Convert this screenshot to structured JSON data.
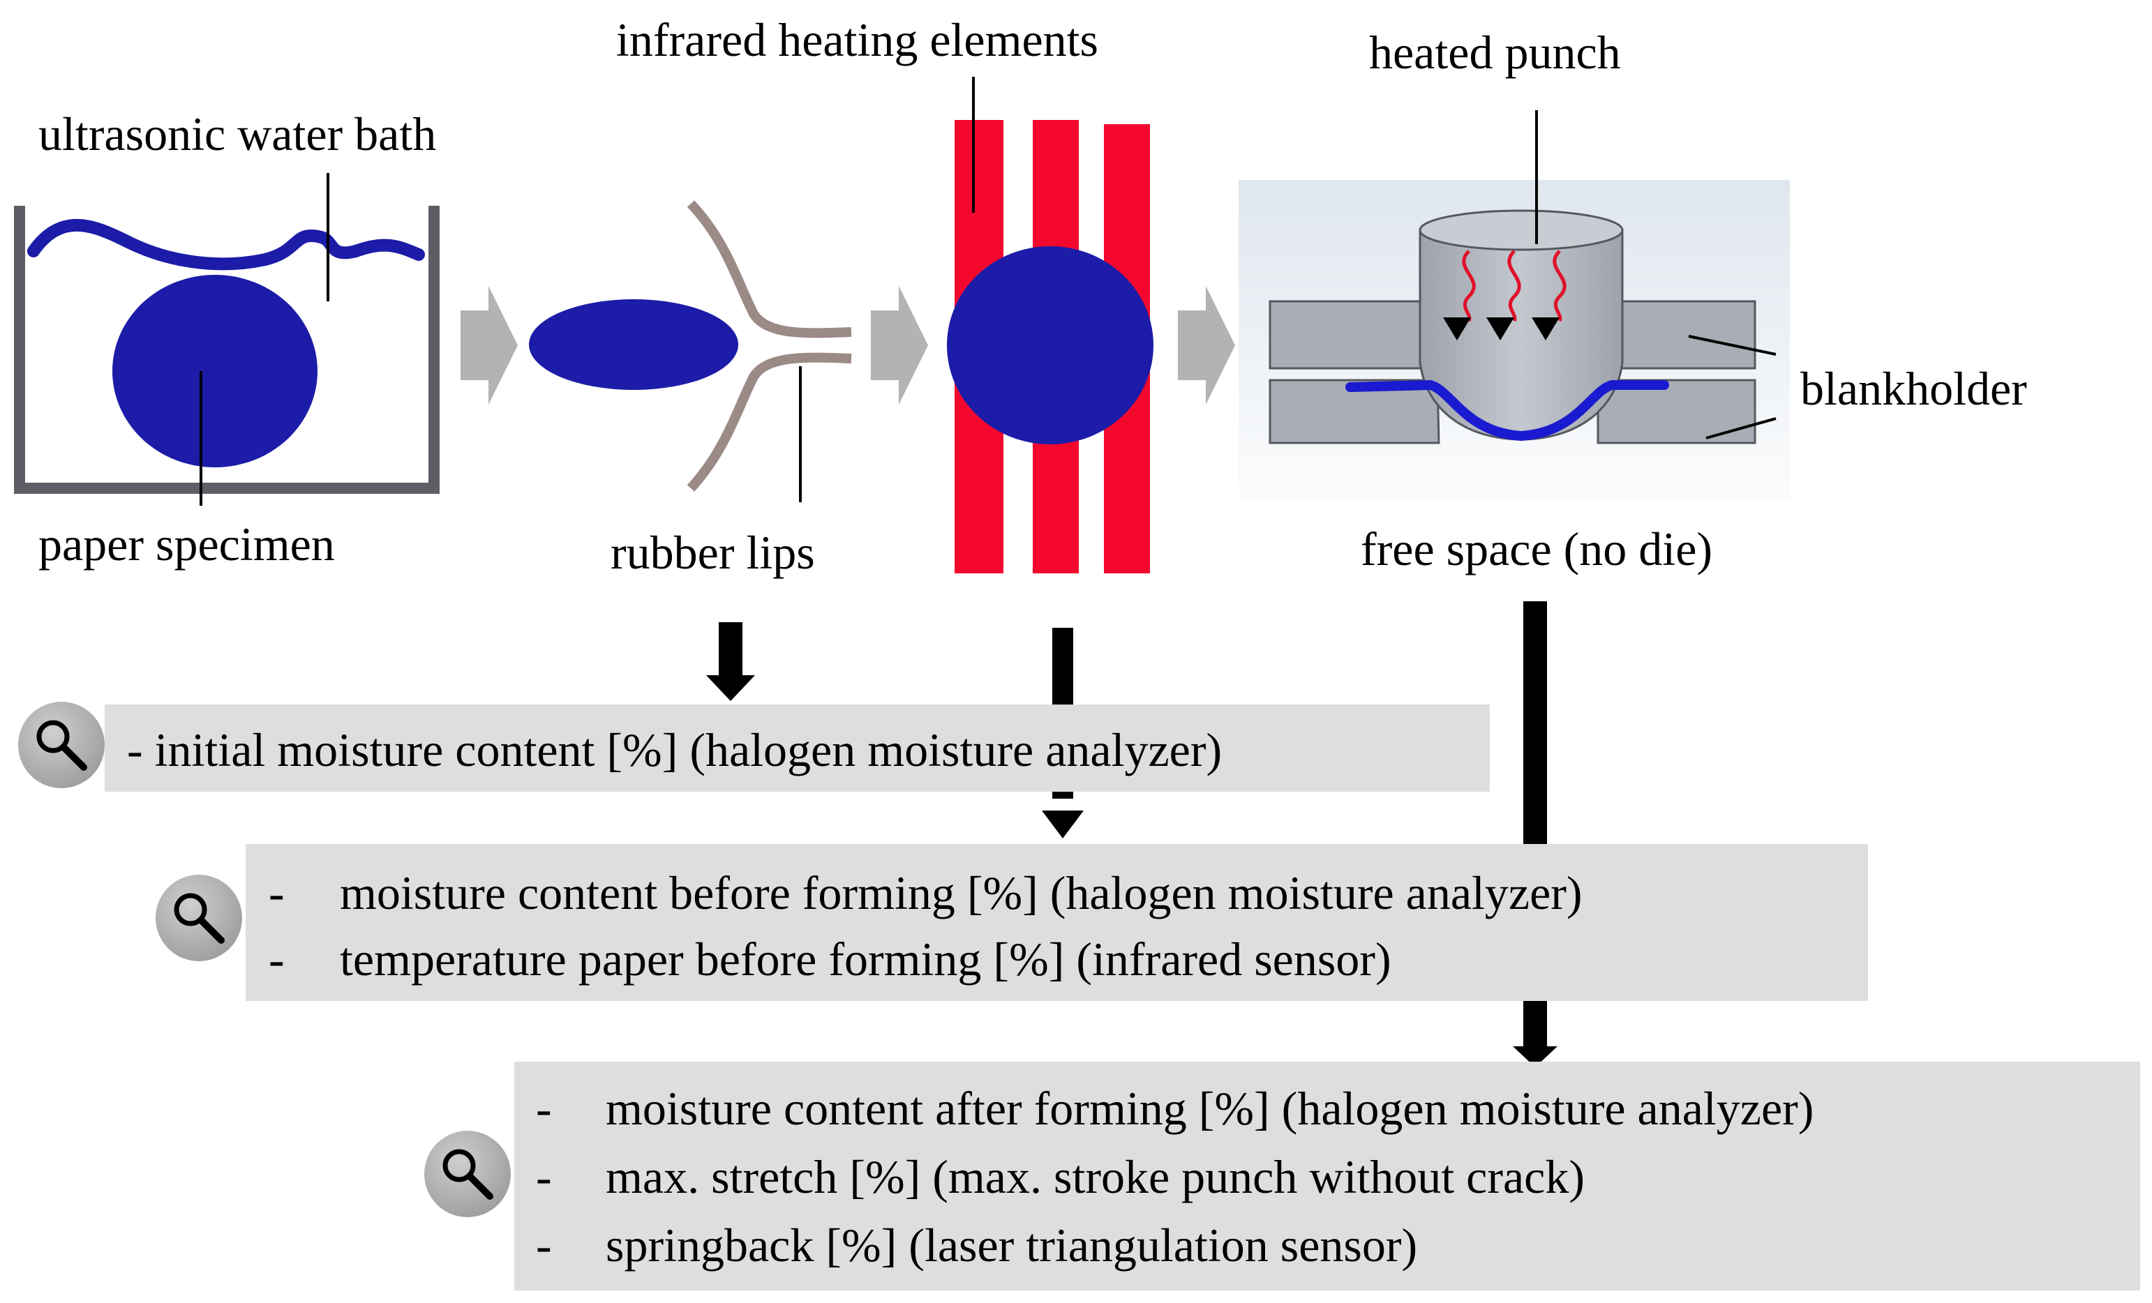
{
  "labels": {
    "bath": "ultrasonic water bath",
    "specimen": "paper specimen",
    "infrared": "infrared heating elements",
    "lips": "rubber lips",
    "punch": "heated punch",
    "blankholder": "blankholder",
    "free_space": "free space (no die)"
  },
  "measurements": {
    "stage1": {
      "lines": [
        "- initial moisture content [%] (halogen moisture analyzer)"
      ]
    },
    "stage2": {
      "bullet": "-",
      "lines": [
        "moisture content before forming [%] (halogen moisture analyzer)",
        "temperature paper before forming [%] (infrared sensor)"
      ]
    },
    "stage3": {
      "bullet": "-",
      "lines": [
        "moisture content after forming [%] (halogen moisture analyzer)",
        "max. stretch [%] (max. stroke punch without crack)",
        "springback [%] (laser triangulation sensor)"
      ]
    }
  },
  "icons": {
    "measure": "magnifier-icon",
    "flow": "process-arrow-icon"
  },
  "colors": {
    "specimen_blue": "#1c1ca8",
    "heater_red": "#f5082e",
    "rubber": "#9b8a86",
    "panel_gray": "#dedede",
    "arrow_gray": "#b3b3b3",
    "tool_gray": "#a9adb5"
  }
}
